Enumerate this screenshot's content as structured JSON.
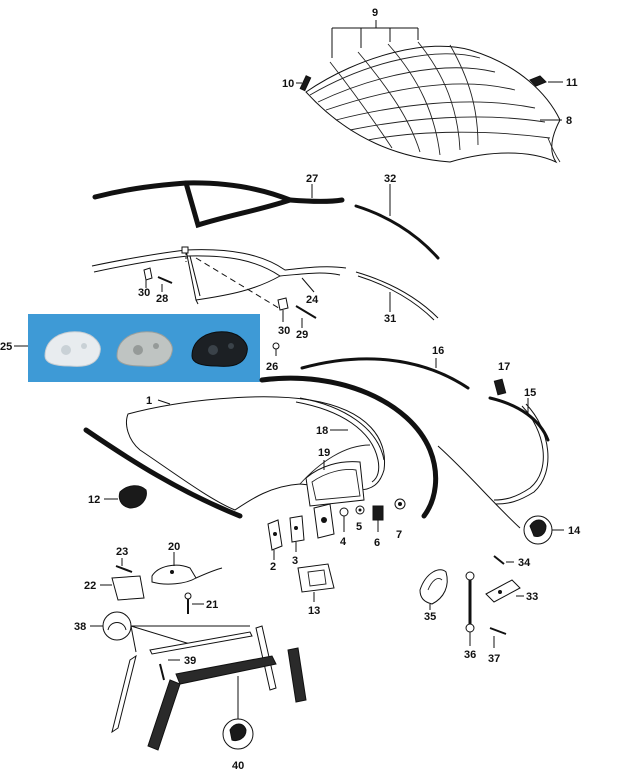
{
  "callouts": {
    "c1": "1",
    "c2": "2",
    "c3": "3",
    "c4": "4",
    "c5": "5",
    "c6": "6",
    "c7": "7",
    "c8": "8",
    "c9": "9",
    "c10": "10",
    "c11": "11",
    "c12": "12",
    "c13": "13",
    "c14": "14",
    "c15": "15",
    "c16": "16",
    "c17": "17",
    "c18": "18",
    "c19": "19",
    "c20": "20",
    "c21": "21",
    "c22": "22",
    "c23": "23",
    "c24": "24",
    "c25": "25",
    "c26": "26",
    "c27": "27",
    "c28": "28",
    "c29": "29",
    "c30a": "30",
    "c30b": "30",
    "c31": "31",
    "c32": "32",
    "c33": "33",
    "c34": "34",
    "c35": "35",
    "c36": "36",
    "c37": "37",
    "c38": "38",
    "c39": "39",
    "c40": "40"
  },
  "colors": {
    "photo_background": "#3e9ad6",
    "part_white": "#e8ecef",
    "part_gray": "#bfc4c2",
    "part_black": "#1c2024",
    "line": "#111111"
  }
}
